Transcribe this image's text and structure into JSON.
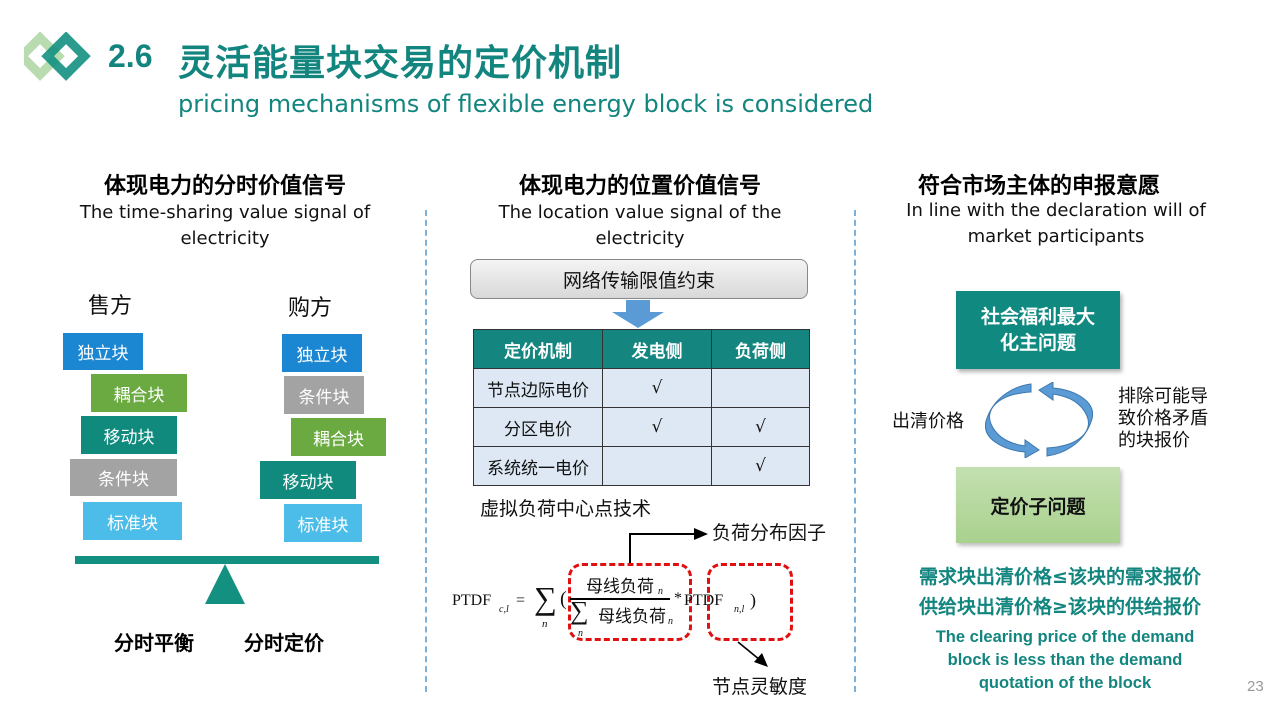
{
  "header": {
    "section_number": "2.6",
    "title_cn": "灵活能量块交易的定价机制",
    "subtitle_en": "pricing mechanisms of flexible energy block is considered",
    "logo_icon": "double-diamond-logo-icon"
  },
  "colors": {
    "brand_teal": "#13857f",
    "block_blue": "#1b87d2",
    "block_green": "#6aaa41",
    "block_teal": "#118a7e",
    "block_gray": "#a3a3a3",
    "block_light_blue": "#4cbde8",
    "highlight_red": "#e01010"
  },
  "left": {
    "title_cn": "体现电力的分时价值信号",
    "title_en_line1": "The  time-sharing value signal of",
    "title_en_line2": "electricity",
    "seller_label": "售方",
    "buyer_label": "购方",
    "seller_blocks": [
      "独立块",
      "耦合块",
      "移动块",
      "条件块",
      "标准块"
    ],
    "buyer_blocks": [
      "独立块",
      "条件块",
      "耦合块",
      "移动块",
      "标准块"
    ],
    "bottom_left": "分时平衡",
    "bottom_right": "分时定价"
  },
  "middle": {
    "title_cn": "体现电力的位置价值信号",
    "title_en_line1": "The location value signal of the",
    "title_en_line2": "electricity",
    "constraint_label": "网络传输限值约束",
    "table": {
      "headers": [
        "定价机制",
        "发电侧",
        "负荷侧"
      ],
      "rows": [
        [
          "节点边际电价",
          "√",
          ""
        ],
        [
          "分区电价",
          "√",
          "√"
        ],
        [
          "系统统一电价",
          "",
          "√"
        ]
      ]
    },
    "technique_label": "虚拟负荷中心点技术",
    "load_factor_label": "负荷分布因子",
    "sensitivity_label": "节点灵敏度",
    "formula": {
      "lhs": "PTDF",
      "lhs_sub": "c,l",
      "equals": "=",
      "sum": "∑",
      "sum_sub": "n",
      "open_paren": "(",
      "numerator": "母线负荷",
      "numerator_sub": "n",
      "denominator": "母线负荷",
      "denominator_sub": "n",
      "den_sum_sub": "n",
      "times": "*",
      "rhs": "PTDF",
      "rhs_sub": "n,l",
      "close_paren": ")"
    }
  },
  "right": {
    "title_cn": "符合市场主体的申报意愿",
    "title_en_line1": "In line with the declaration will of",
    "title_en_line2": "market participants",
    "welfare_line1": "社会福利最大",
    "welfare_line2": "化主问题",
    "pricing_subproblem": "定价子问题",
    "clearing_price_label": "出清价格",
    "exclude_line1": "排除可能导",
    "exclude_line2": "致价格矛盾",
    "exclude_line3": "的块报价",
    "rule_demand": "需求块出清价格≤该块的需求报价",
    "rule_supply": "供给块出清价格≥该块的供给报价",
    "note_en_line1": "The clearing price of the demand",
    "note_en_line2": "block is less than the demand",
    "note_en_line3": "quotation of the block"
  },
  "footer": {
    "page_number": "23"
  }
}
